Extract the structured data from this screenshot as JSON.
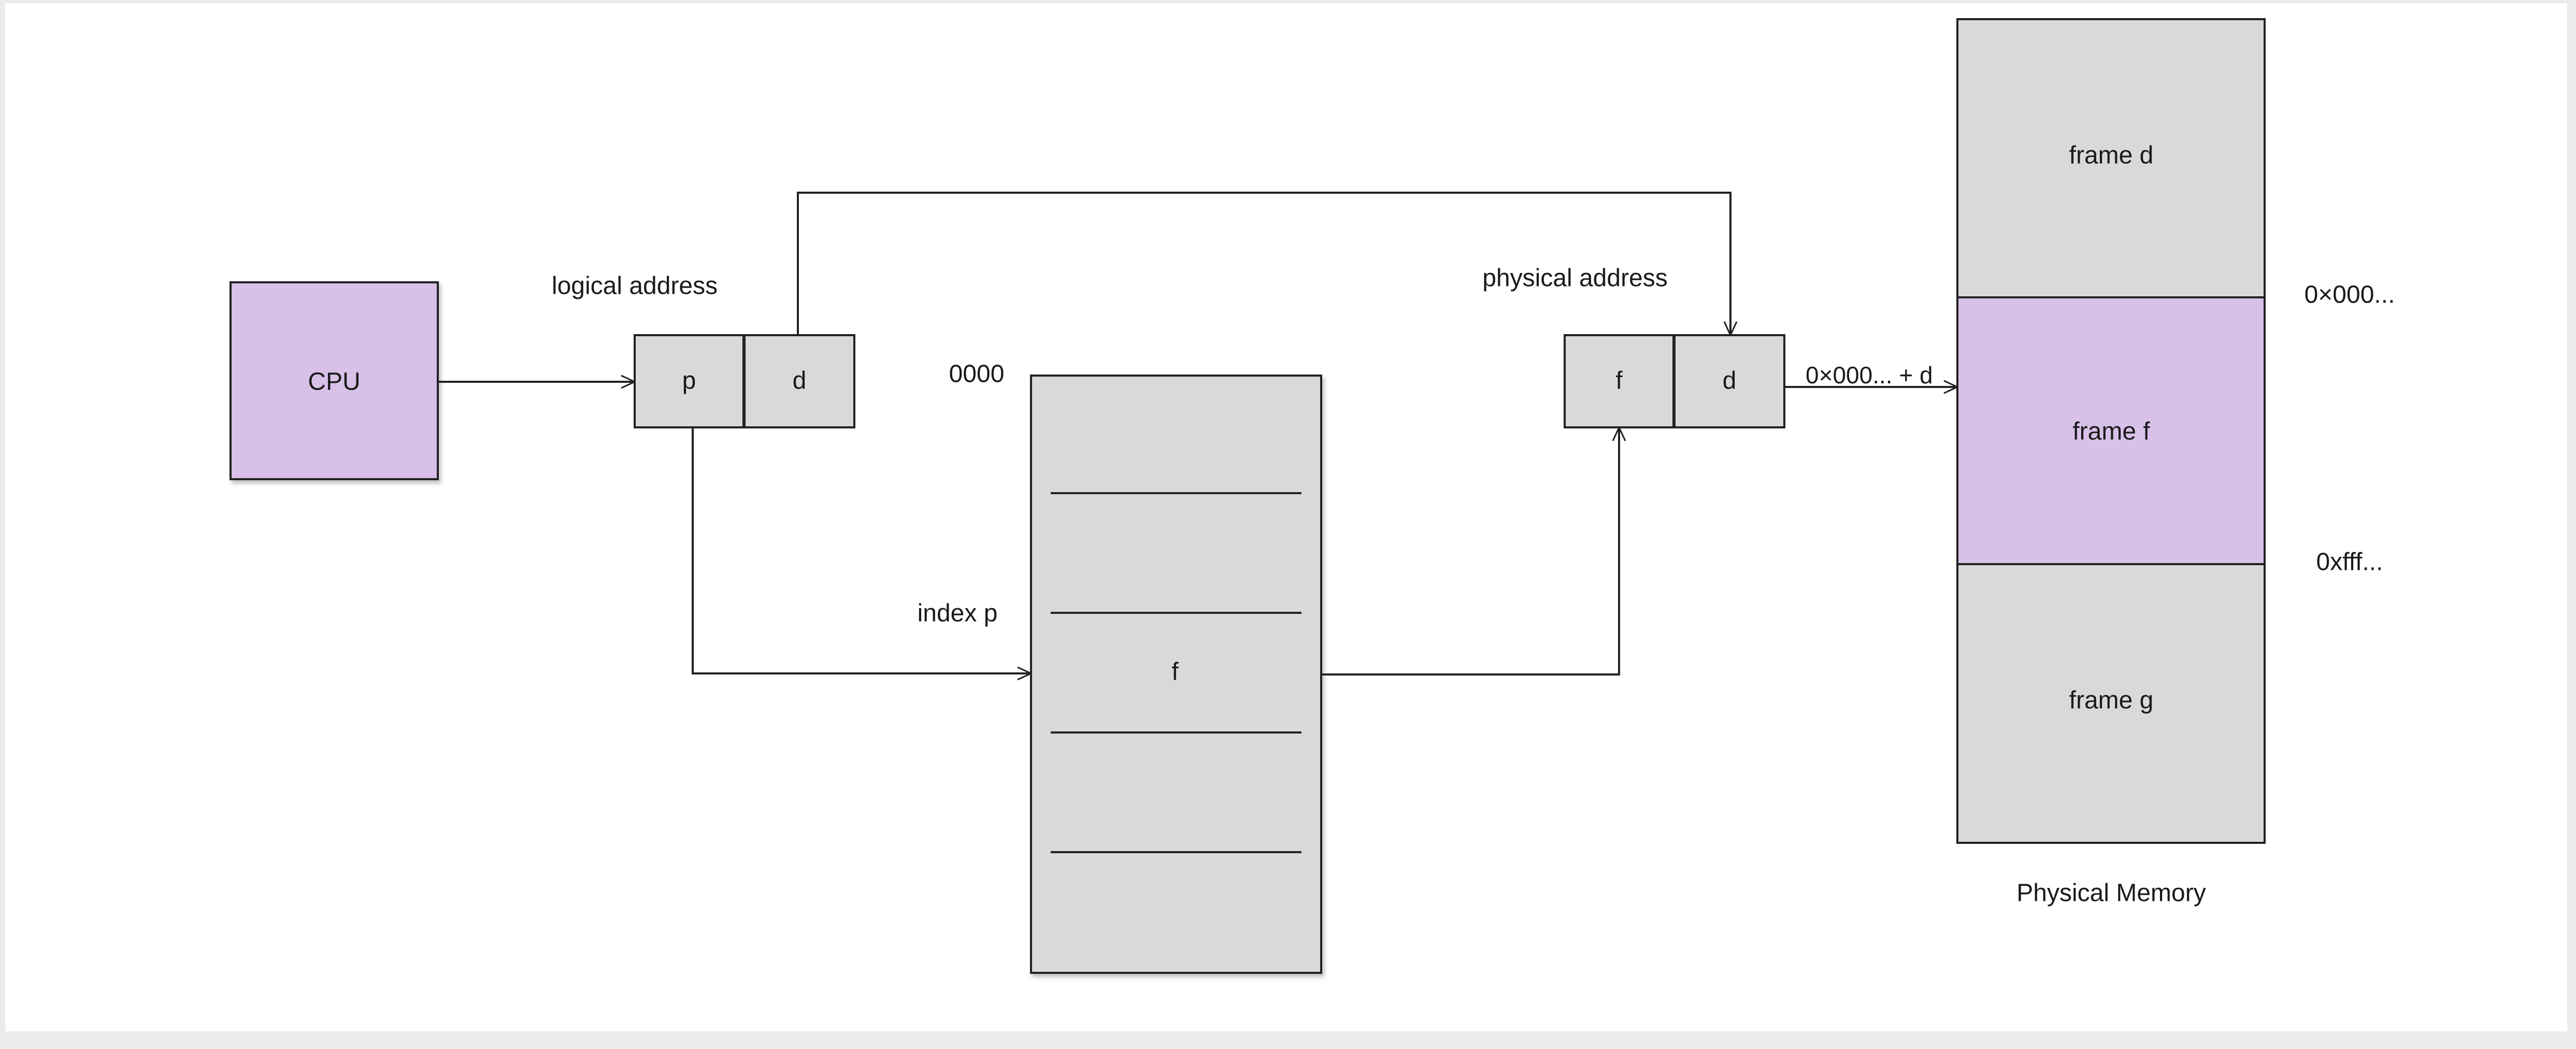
{
  "colors": {
    "background": "#ffffff",
    "box_gray": "#d9d9d9",
    "box_purple": "#d8c0e8",
    "stroke": "#222222"
  },
  "cpu": {
    "label": "CPU"
  },
  "logical_address": {
    "title": "logical address",
    "page_label": "p",
    "offset_label": "d"
  },
  "page_table": {
    "start_label": "0000",
    "index_label": "index p",
    "entry_label": "f"
  },
  "physical_address": {
    "title": "physical address",
    "frame_label": "f",
    "offset_label": "d",
    "output_label": "0×000... + d"
  },
  "physical_memory": {
    "title": "Physical Memory",
    "frames": [
      "frame d",
      "frame f",
      "frame g"
    ],
    "start_address": "0×000...",
    "end_address": "0xfff..."
  }
}
